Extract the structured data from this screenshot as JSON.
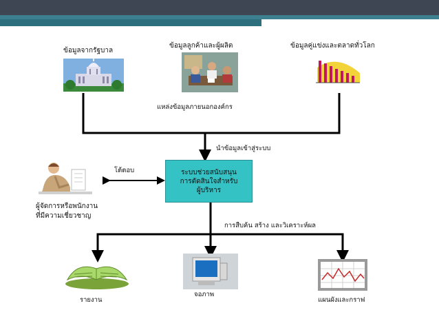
{
  "sources": {
    "government": "ข้อมูลจากรัฐบาล",
    "customers": "ข้อมูลลูกค้าและผู้ผลิต",
    "competitors": "ข้อมูลคู่แข่งและตลาดทั่วโลก"
  },
  "external_label": "แหล่งข้อมูลภายนอกองค์กร",
  "input_label": "นำข้อมูลเข้าสู่ระบบ",
  "dss": {
    "line1": "ระบบช่วยสนับสนุน",
    "line2": "การตัดสินใจสำหรับ",
    "line3": "ผู้บริหาร"
  },
  "interact_label": "โต้ตอบ",
  "user": {
    "line1": "ผู้จัดการหรือพนักงาน",
    "line2": "ที่มีความเชี่ยวชาญ"
  },
  "process_label": "การสืบค้น สร้าง และวิเคราะห์ผล",
  "outputs": {
    "report": "รายงาน",
    "display": "จอภาพ",
    "chart": "แผนผังและกราฟ"
  },
  "colors": {
    "dss_box": "#35c2c5",
    "header_dark": "#3e4653",
    "header_teal": "#3c7f8e"
  }
}
